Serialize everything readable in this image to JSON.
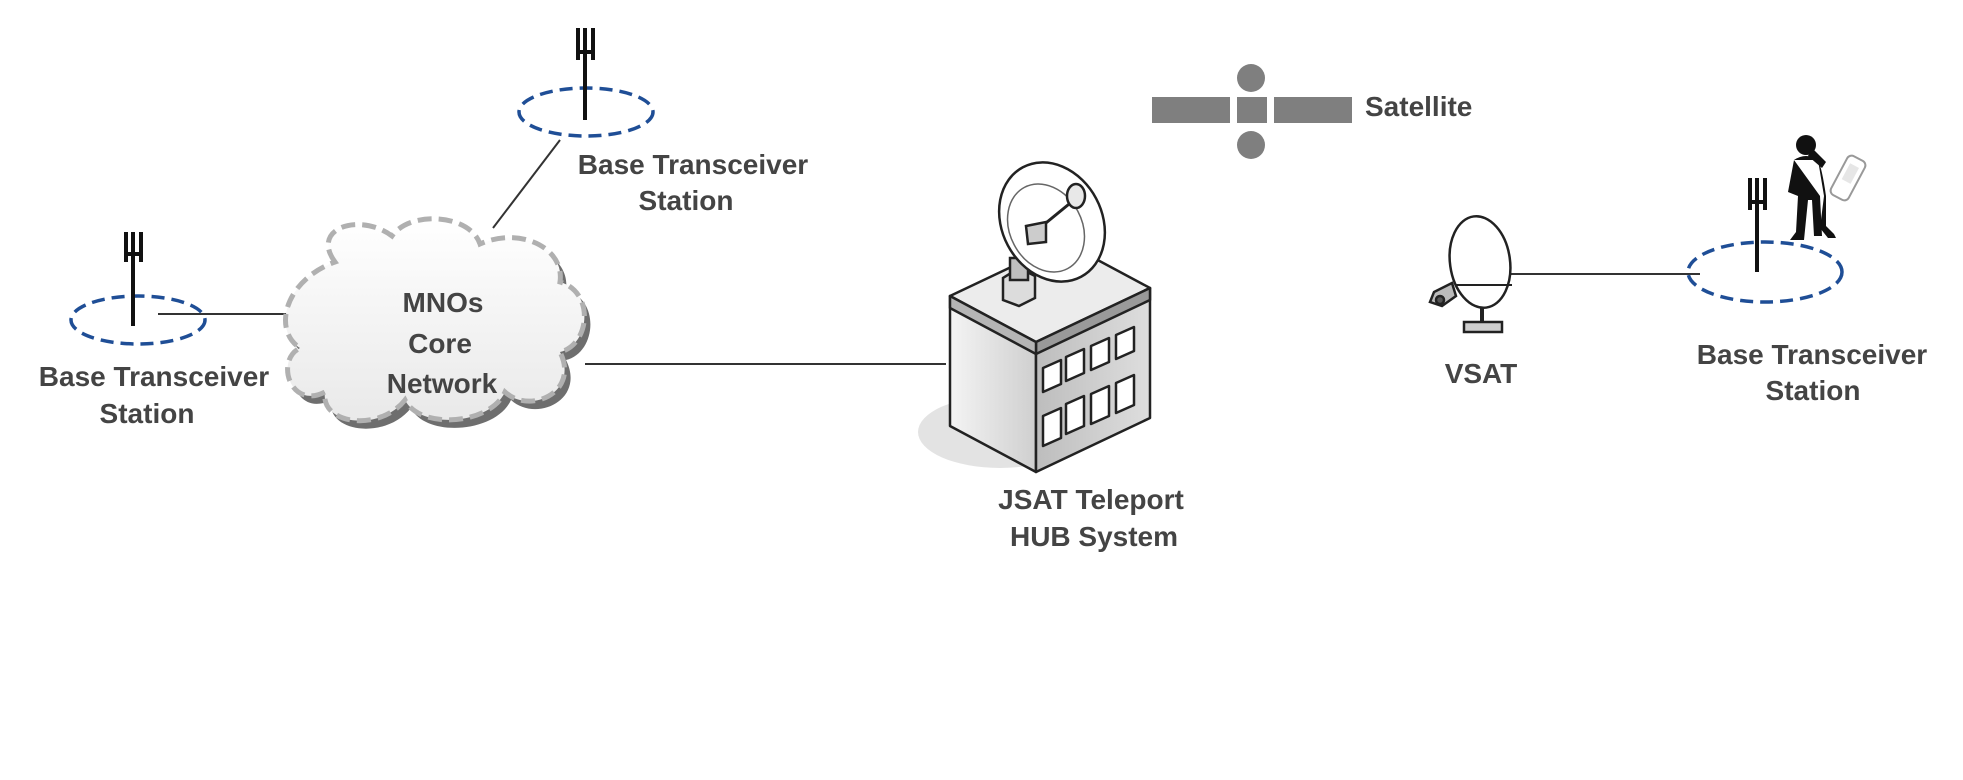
{
  "diagram": {
    "cloud": {
      "line1": "MNOs",
      "line2": "Core",
      "line3": "Network"
    },
    "bts_left": {
      "line1": "Base Transceiver",
      "line2": "Station"
    },
    "bts_top": {
      "line1": "Base Transceiver",
      "line2": "Station"
    },
    "bts_right": {
      "line1": "Base Transceiver",
      "line2": "Station"
    },
    "hub": {
      "line1": "JSAT Teleport",
      "line2": "HUB System"
    },
    "satellite": {
      "label": "Satellite"
    },
    "vsat": {
      "label": "VSAT"
    }
  },
  "colors": {
    "text": "#444444",
    "link_line": "#333333",
    "dashed_ellipse": "#1f4e96",
    "satellite_gray": "#7f7f7f",
    "cloud_border": "#b0b0b0"
  },
  "icons": {
    "antenna": "antenna-tower-icon",
    "cloud": "cloud-icon",
    "building": "building-icon",
    "satellite": "satellite-icon",
    "dish": "satellite-dish-icon",
    "person": "person-on-phone-icon",
    "phone": "mobile-phone-icon"
  }
}
